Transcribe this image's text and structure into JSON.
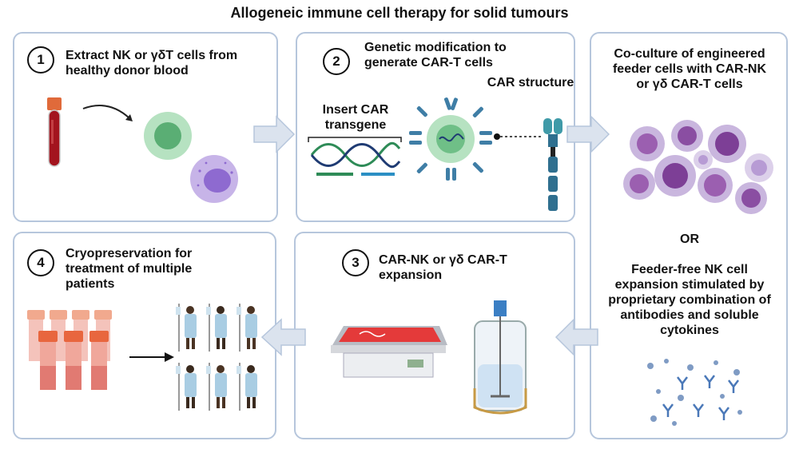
{
  "title": "Allogeneic immune cell therapy for solid tumours",
  "steps": [
    {
      "number": "1",
      "text": "Extract NK or γδT cells from healthy donor  blood"
    },
    {
      "number": "2",
      "text": "Genetic modification to generate CAR-T cells",
      "label_insert": "Insert CAR transgene",
      "label_structure": "CAR structure"
    },
    {
      "number": "3",
      "text": "CAR-NK or γδ CAR-T expansion"
    },
    {
      "number": "4",
      "text": "Cryopreservation for treatment of multiple patients"
    }
  ],
  "right_panel": {
    "top_text": "Co-culture of engineered feeder cells with CAR-NK or γδ CAR-T cells",
    "or_text": "OR",
    "bottom_text": "Feeder-free NK cell expansion stimulated by proprietary combination of antibodies and soluble cytokines"
  },
  "colors": {
    "panel_border": "#b6c6dc",
    "arrow_fill": "#dbe3ee",
    "cell_green": "#8fcf9f",
    "cell_purple": "#9b5fb0",
    "blood_red": "#a3141e",
    "bag_red": "#e43a3a"
  }
}
